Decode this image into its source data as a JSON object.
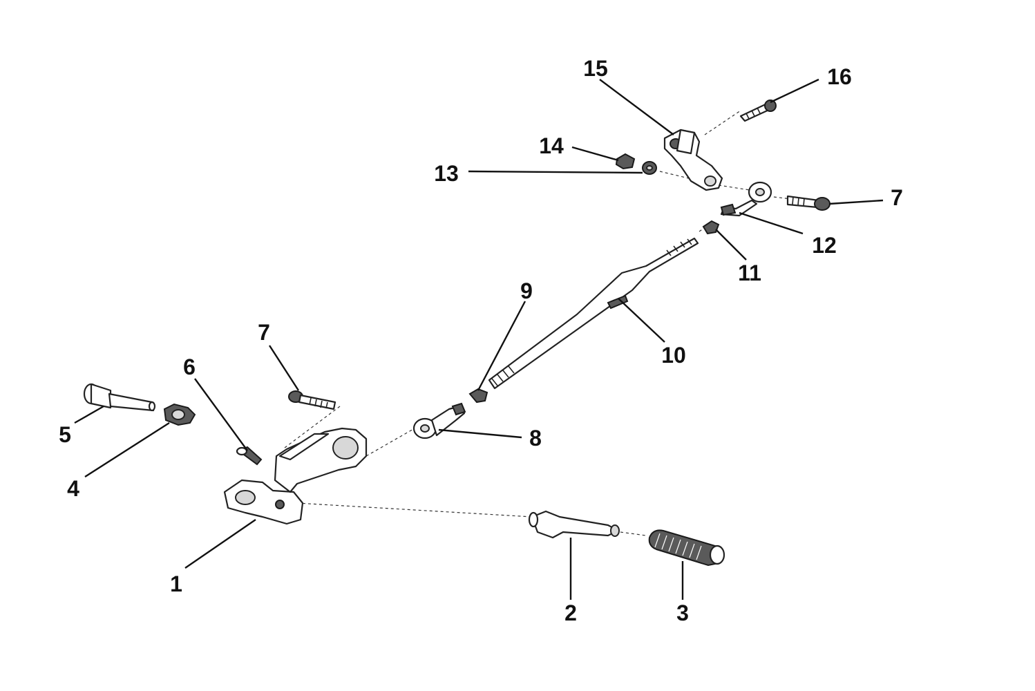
{
  "callouts": [
    {
      "id": "1",
      "label": "1"
    },
    {
      "id": "2",
      "label": "2"
    },
    {
      "id": "3",
      "label": "3"
    },
    {
      "id": "4",
      "label": "4"
    },
    {
      "id": "5",
      "label": "5"
    },
    {
      "id": "6",
      "label": "6"
    },
    {
      "id": "7a",
      "label": "7"
    },
    {
      "id": "7b",
      "label": "7"
    },
    {
      "id": "8",
      "label": "8"
    },
    {
      "id": "9",
      "label": "9"
    },
    {
      "id": "10",
      "label": "10"
    },
    {
      "id": "11",
      "label": "11"
    },
    {
      "id": "12",
      "label": "12"
    },
    {
      "id": "13",
      "label": "13"
    },
    {
      "id": "14",
      "label": "14"
    },
    {
      "id": "15",
      "label": "15"
    },
    {
      "id": "16",
      "label": "16"
    }
  ],
  "colors": {
    "line": "#111111",
    "background": "#ffffff",
    "shade": "#5a5a5a"
  }
}
